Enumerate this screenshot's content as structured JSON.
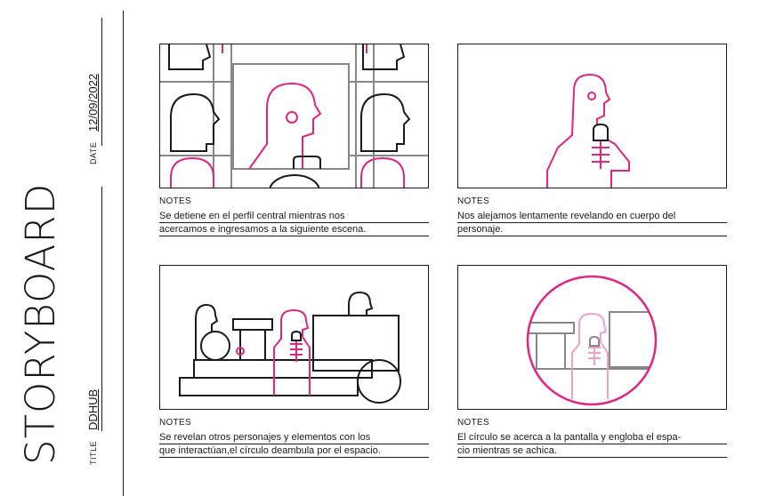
{
  "header": {
    "title": "STORYBOARD",
    "date_label": "DATE",
    "date_value": "12/09/2022",
    "title_label": "TITLE",
    "title_value": "DDHUB"
  },
  "colors": {
    "accent": "#e0267f",
    "line": "#1a1a1a",
    "gray": "#888888",
    "pink_light": "#f2a0c8"
  },
  "panels": [
    {
      "notes_label": "NOTES",
      "note_lines": [
        "Se detiene en el perfil central mientras nos",
        "acercamos e ingresamos a la siguiente escena."
      ]
    },
    {
      "notes_label": "NOTES",
      "note_lines": [
        "Nos alejamos lentamente revelando en cuerpo del",
        "personaje."
      ]
    },
    {
      "notes_label": "NOTES",
      "note_lines": [
        "Se revelan otros personajes y elementos con los",
        "que interactúan,el círculo deambula por el espacio."
      ]
    },
    {
      "notes_label": "NOTES",
      "note_lines": [
        "El círculo se acerca a la pantalla y engloba el espa-",
        "cio mientras se achica."
      ]
    }
  ]
}
